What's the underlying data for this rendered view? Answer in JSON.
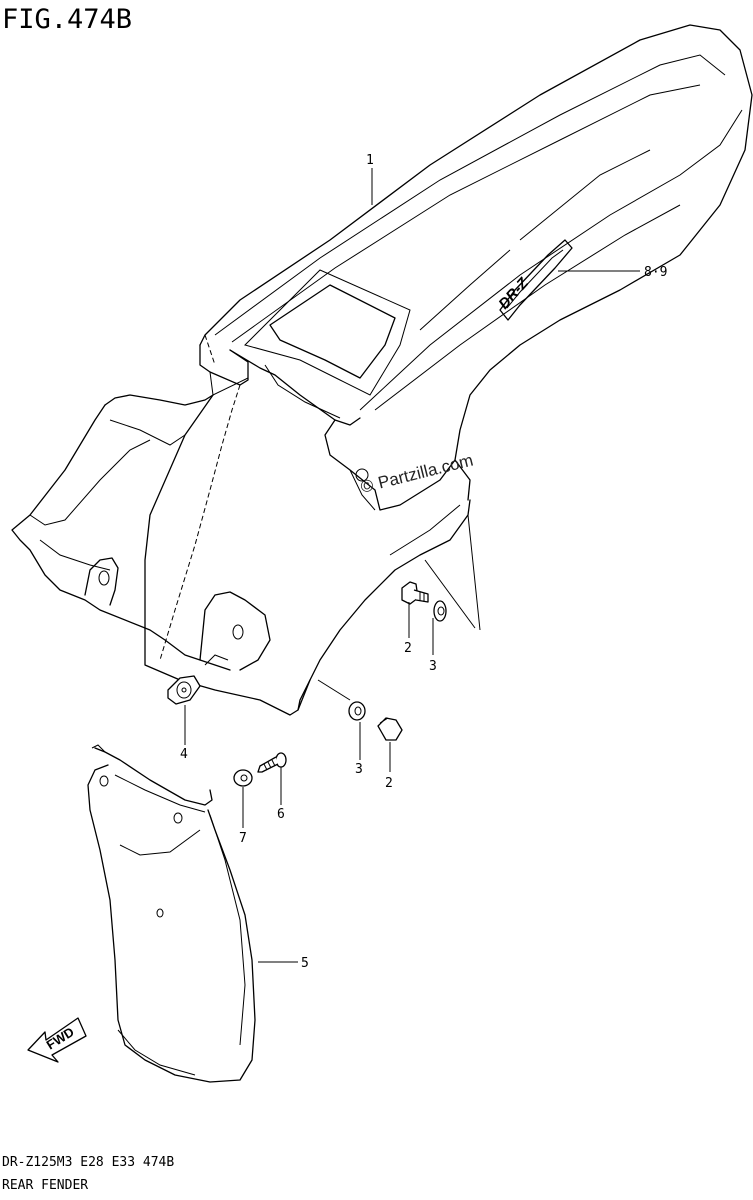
{
  "figure": {
    "title": "FIG.474B",
    "model_code": "DR-Z125M3 E28 E33 474B",
    "section_name": "REAR FENDER"
  },
  "watermark": {
    "symbol": "©",
    "text": "Partzilla.com"
  },
  "decal_text": "DR-Z",
  "direction_indicator": {
    "label": "FWD"
  },
  "callouts": {
    "part_1": "1",
    "part_2_top": "2",
    "part_3_top": "3",
    "part_4": "4",
    "part_3_lower": "3",
    "part_2_lower": "2",
    "part_5": "5",
    "part_6": "6",
    "part_7": "7",
    "part_8_9": "8·9"
  }
}
